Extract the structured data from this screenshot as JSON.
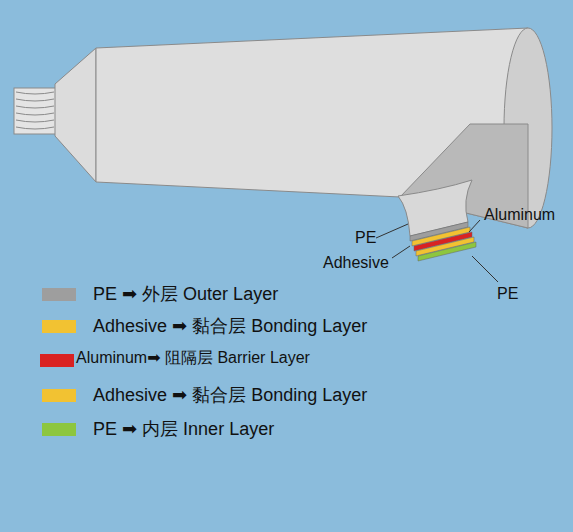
{
  "diagram": {
    "labels": [
      "PE",
      "Adhesive",
      "Aluminum",
      "PE"
    ],
    "legend": [
      {
        "text": "PE ➡ 外层 Outer Layer",
        "color": "#9e9e9e"
      },
      {
        "text": "Adhesive ➡ 黏合层 Bonding Layer",
        "color": "#f2c232"
      },
      {
        "text": "Aluminum➡ 阻隔层 Barrier Layer",
        "color": "#d92222"
      },
      {
        "text": "Adhesive ➡ 黏合层 Bonding Layer",
        "color": "#f2c232"
      },
      {
        "text": "PE ➡ 内层 Inner Layer",
        "color": "#8dc63f"
      }
    ]
  }
}
